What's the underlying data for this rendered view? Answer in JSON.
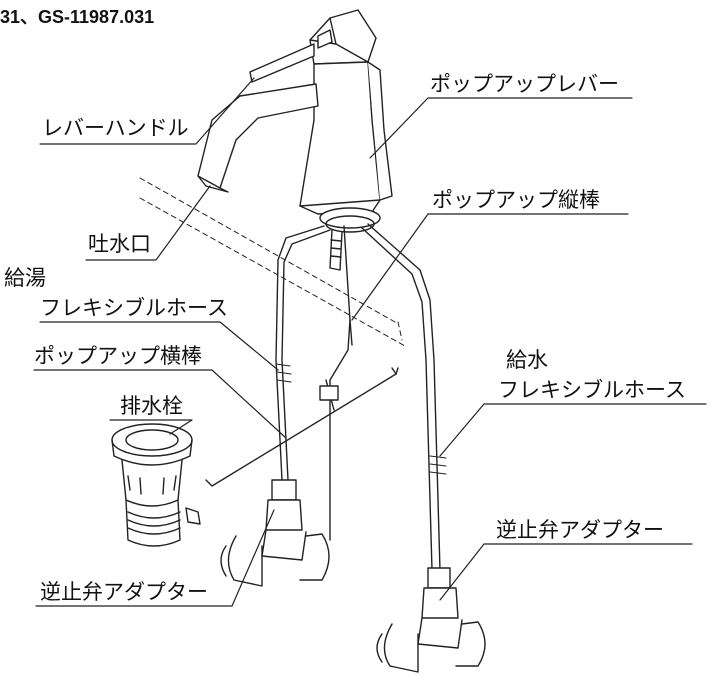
{
  "model_text": "31、GS-11987.031",
  "labels": {
    "lever_handle": "レバーハンドル",
    "spout": "吐水口",
    "popup_lever": "ポップアップレバー",
    "popup_vertical_rod": "ポップアップ縦棒",
    "hot_water_hose_line1": "給湯",
    "hot_water_hose_line2": "フレキシブルホース",
    "popup_horizontal_rod": "ポップアップ横棒",
    "drain_plug": "排水栓",
    "cold_water_hose_line1": "給水",
    "cold_water_hose_line2": "フレキシブルホース",
    "check_valve_adapter_right": "逆止弁アダプター",
    "check_valve_adapter_left": "逆止弁アダプター"
  },
  "colors": {
    "line": "#222222",
    "text": "#111111",
    "background": "#ffffff"
  }
}
